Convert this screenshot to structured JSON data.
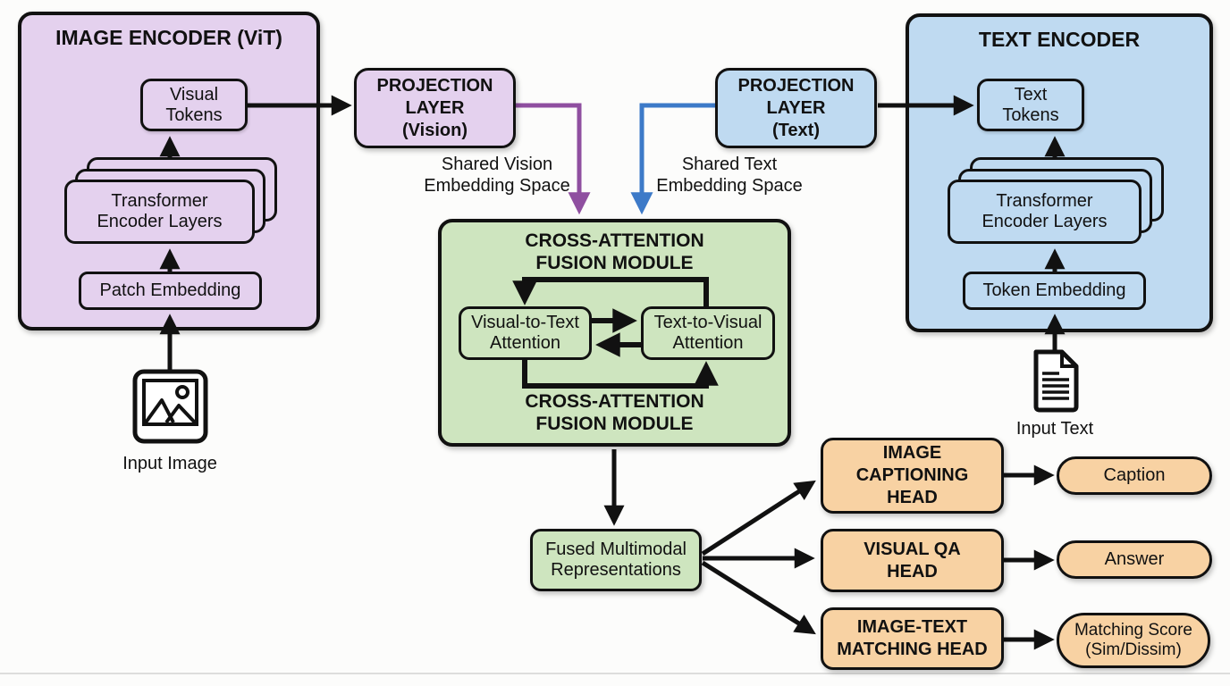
{
  "image_encoder": {
    "title": "IMAGE ENCODER (ViT)",
    "visual_tokens": "Visual\nTokens",
    "transformer_layers": "Transformer\nEncoder Layers",
    "patch_embedding": "Patch Embedding",
    "input_label": "Input Image"
  },
  "text_encoder": {
    "title": "TEXT ENCODER",
    "text_tokens": "Text\nTokens",
    "transformer_layers": "Transformer\nEncoder Layers",
    "token_embedding": "Token Embedding",
    "input_label": "Input Text"
  },
  "projection_vision": {
    "label": "PROJECTION\nLAYER\n(Vision)",
    "note": "Shared Vision\nEmbedding Space"
  },
  "projection_text": {
    "label": "PROJECTION\nLAYER\n(Text)",
    "note": "Shared Text\nEmbedding Space"
  },
  "fusion_module": {
    "title_top": "CROSS-ATTENTION\nFUSION MODULE",
    "title_bottom": "CROSS-ATTENTION\nFUSION MODULE",
    "visual_to_text": "Visual-to-Text\nAttention",
    "text_to_visual": "Text-to-Visual\nAttention"
  },
  "fused_representations": "Fused Multimodal\nRepresentations",
  "heads": [
    {
      "label": "IMAGE\nCAPTIONING\nHEAD",
      "output": "Caption"
    },
    {
      "label": "VISUAL QA\nHEAD",
      "output": "Answer"
    },
    {
      "label": "IMAGE-TEXT\nMATCHING HEAD",
      "output": "Matching Score\n(Sim/Dissim)"
    }
  ],
  "colors": {
    "purple_fill": "#e4d1ee",
    "purple_arrow": "#8f4fa0",
    "blue_fill": "#bfdaf1",
    "blue_arrow": "#3d7ac8",
    "green_fill": "#cee5bf",
    "orange_fill": "#f8d2a3",
    "line": "#111111"
  }
}
